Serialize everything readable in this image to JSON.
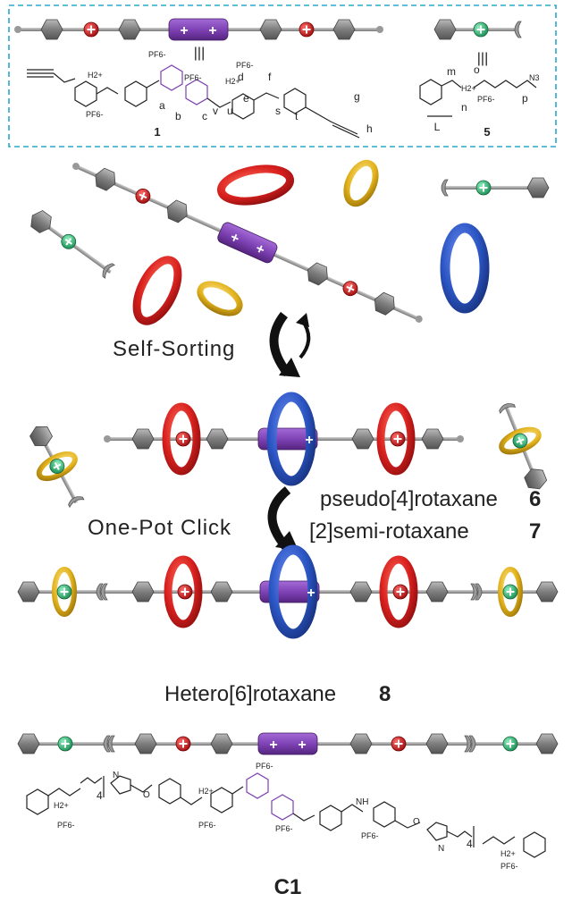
{
  "colors": {
    "frame": "#2aa7c9",
    "axle": "#8a8a8a",
    "hex": "#7c7c7c",
    "purple": "#7b3fb1",
    "red_ring": "#d8201e",
    "blue_ring": "#2b55c4",
    "yellow_ring": "#e2b21c",
    "red_node": "#c41e1e",
    "green_node": "#2eb872"
  },
  "legend": {
    "compound_1": "1",
    "compound_5": "5",
    "mark_L": "L",
    "labels_left": [
      "a",
      "b",
      "c",
      "u",
      "v"
    ],
    "labels_right": [
      "d",
      "e",
      "f",
      "s",
      "t",
      "g",
      "h"
    ],
    "labels_5": [
      "m",
      "o",
      "n",
      "p"
    ],
    "pf6": "PF6-",
    "h2": "H2+",
    "n3": "N3",
    "equiv": "|||"
  },
  "captions": {
    "self_sorting": "Self-Sorting",
    "one_pot_click": "One-Pot Click",
    "pseudo_name": "pseudo[4]rotaxane",
    "pseudo_num": "6",
    "semi_name": "[2]semi-rotaxane",
    "semi_num": "7",
    "hetero_name": "Hetero[6]rotaxane",
    "hetero_num": "8",
    "c1": "C1"
  },
  "c1_structure": {
    "repeat_4": "4",
    "o_label": "O",
    "nh_label": "NH",
    "n_label": "N",
    "pf6": "PF6-",
    "h2": "H2+"
  }
}
